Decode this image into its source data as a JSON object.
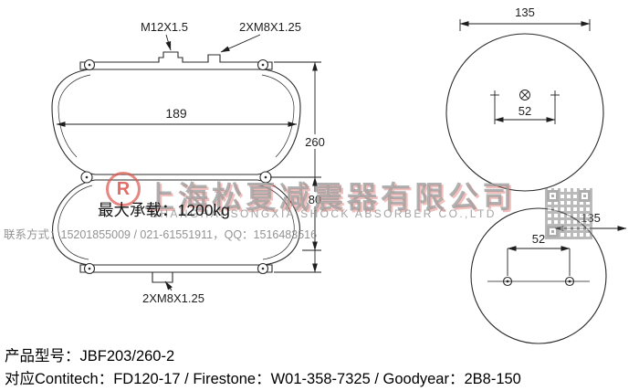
{
  "front_view": {
    "label_m12": "M12X1.5",
    "label_m8_top": "2XM8X1.25",
    "label_m8_bottom": "2XM8X1.25",
    "dim_width": "189",
    "dim_height_total": "260",
    "dim_height_lower": "80"
  },
  "top_view": {
    "dim_outer": "135",
    "dim_holes": "52"
  },
  "bottom_view": {
    "dim_outer": "135",
    "dim_holes": "52"
  },
  "watermark": {
    "logo_letter": "R",
    "company_cn": "上海松夏减震器有限公司",
    "company_en": "SHANGHAI SONGXIA SHOCK ABSORBER CO.,LTD",
    "max_load": "最大承载：1200kg",
    "contact": "联系方式：15201855009 / 021-61551911，QQ：1516483516"
  },
  "footer": {
    "model": "产品型号：JBF203/260-2",
    "cross_reference": "对应Contitech：FD120-17 / Firestone：W01-358-7325 / Goodyear：2B8-150"
  },
  "colors": {
    "line": "#2b2b2b",
    "dim_line": "#1e1e1e",
    "watermark_gray": "#9e9e9e",
    "watermark_red": "#db544c",
    "text_black": "#141414"
  }
}
